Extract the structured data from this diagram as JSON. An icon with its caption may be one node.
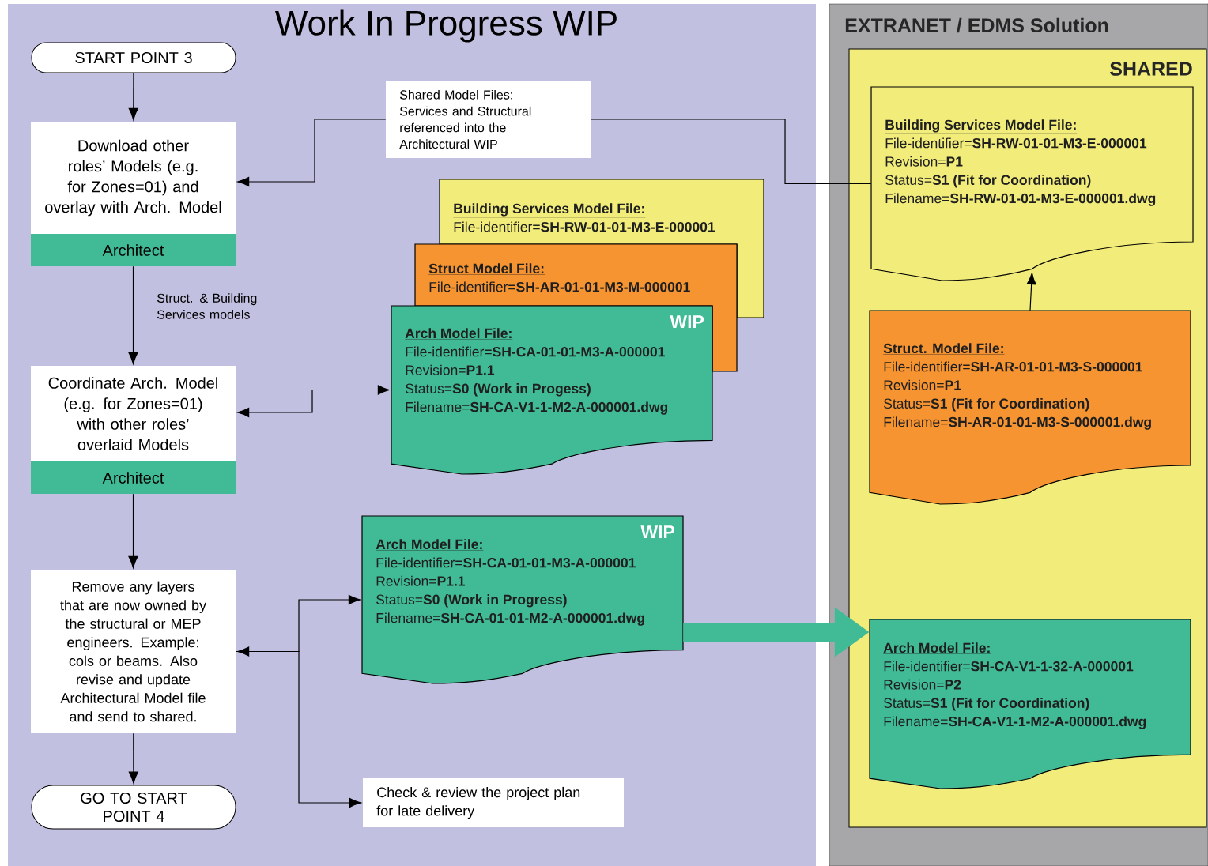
{
  "diagram": {
    "nodes": [
      {
        "text": [
          "Work In Progress WIP"
        ]
      },
      {
        "text": [
          "EXTRANET / EDMS Solution"
        ]
      },
      {
        "text": [
          "SHARED"
        ],
        "in": 1
      },
      {
        "text": [
          "START POINT 3"
        ],
        "in": 0
      },
      {
        "text": [
          "Download other roles’ Models (e.g. for Zones=01) and overlay with Arch. Model",
          "Architect"
        ],
        "in": 0
      },
      {
        "text": [
          "Coordinate Arch. Model (e.g. for Zones=01) with other roles’ overlaid Models",
          "Architect"
        ],
        "in": 0
      },
      {
        "text": [
          "Remove any layers that are now owned by the structural or MEP engineers. Example: cols or beams. Also revise and update Architectural Model file and send to shared."
        ],
        "in": 0
      },
      {
        "text": [
          "GO TO START POINT 4"
        ],
        "in": 0
      },
      {
        "text": [
          "Shared Model Files: Services and Structural referenced into the Architectural WIP"
        ],
        "in": 0
      },
      {
        "text": [
          "Building Services Model File:",
          "File-identifier=**SH-RW-01-01-M3-E-000001**"
        ],
        "in": 0
      },
      {
        "text": [
          "Struct Model File:",
          "File-identifier=**SH-AR-01-01-M3-M-000001**"
        ],
        "in": 0
      },
      {
        "text": [
          "WIP",
          "Arch Model File:",
          "File-identifier=**SH-CA-01-01-M3-A-000001**",
          "Revision=**P1.1**",
          "Status=**S0 (Work in Progess)**",
          "Filename=**SH-CA-V1-1-M2-A-000001.dwg**"
        ],
        "in": 0
      },
      {
        "text": [
          "WIP",
          "Arch Model File:",
          "File-identifier=**SH-CA-01-01-M3-A-000001**",
          "Revision=**P1.1**",
          "Status=**S0 (Work in Progress)**",
          "Filename=**SH-CA-01-01-M2-A-000001.dwg**"
        ],
        "in": 0
      },
      {
        "text": [
          "Check & review the project plan for late delivery"
        ],
        "in": 0
      },
      {
        "text": [
          "Building Services Model File:",
          "File-identifier=**SH-RW-01-01-M3-E-000001**",
          "Revision=**P1**",
          "Status=**S1 (Fit for Coordination)**",
          "Filename=**SH-RW-01-01-M3-E-000001.dwg**"
        ],
        "in": 2
      },
      {
        "text": [
          "Struct. Model File:",
          "File-identifier=**SH-AR-01-01-M3-S-000001**",
          "Revision=**P1**",
          "Status=**S1 (Fit for Coordination)**",
          "Filename=**SH-AR-01-01-M3-S-000001.dwg**"
        ],
        "in": 2
      },
      {
        "text": [
          "Arch Model File:",
          "File-identifier=**SH-CA-V1-1-32-A-000001**",
          "Revision=**P2**",
          "Status=**S1 (Fit for Coordination)**",
          "Filename=**SH-CA-V1-1-M2-A-000001.dwg**"
        ],
        "in": 2
      }
    ],
    "edges": [
      {
        "from": 3,
        "to": 4,
        "arrow": "to"
      },
      {
        "from": 4,
        "to": 5,
        "arrow": "to",
        "label": "Struct. & Building Services models"
      },
      {
        "from": 5,
        "to": 6,
        "arrow": "to"
      },
      {
        "from": 6,
        "to": 7,
        "arrow": "to"
      },
      {
        "from": 14,
        "to": 8,
        "arrow": "none"
      },
      {
        "from": 8,
        "to": 4,
        "arrow": "to"
      },
      {
        "from": 5,
        "to": 11,
        "arrow": "both"
      },
      {
        "from": 6,
        "to": 12,
        "arrow": "both"
      },
      {
        "from": 6,
        "to": 13,
        "arrow": "to"
      },
      {
        "from": 12,
        "to": 16,
        "arrow": "to",
        "style": "thick",
        "color": "#41bb95"
      },
      {
        "from": 15,
        "to": 14,
        "arrow": "to"
      }
    ]
  }
}
